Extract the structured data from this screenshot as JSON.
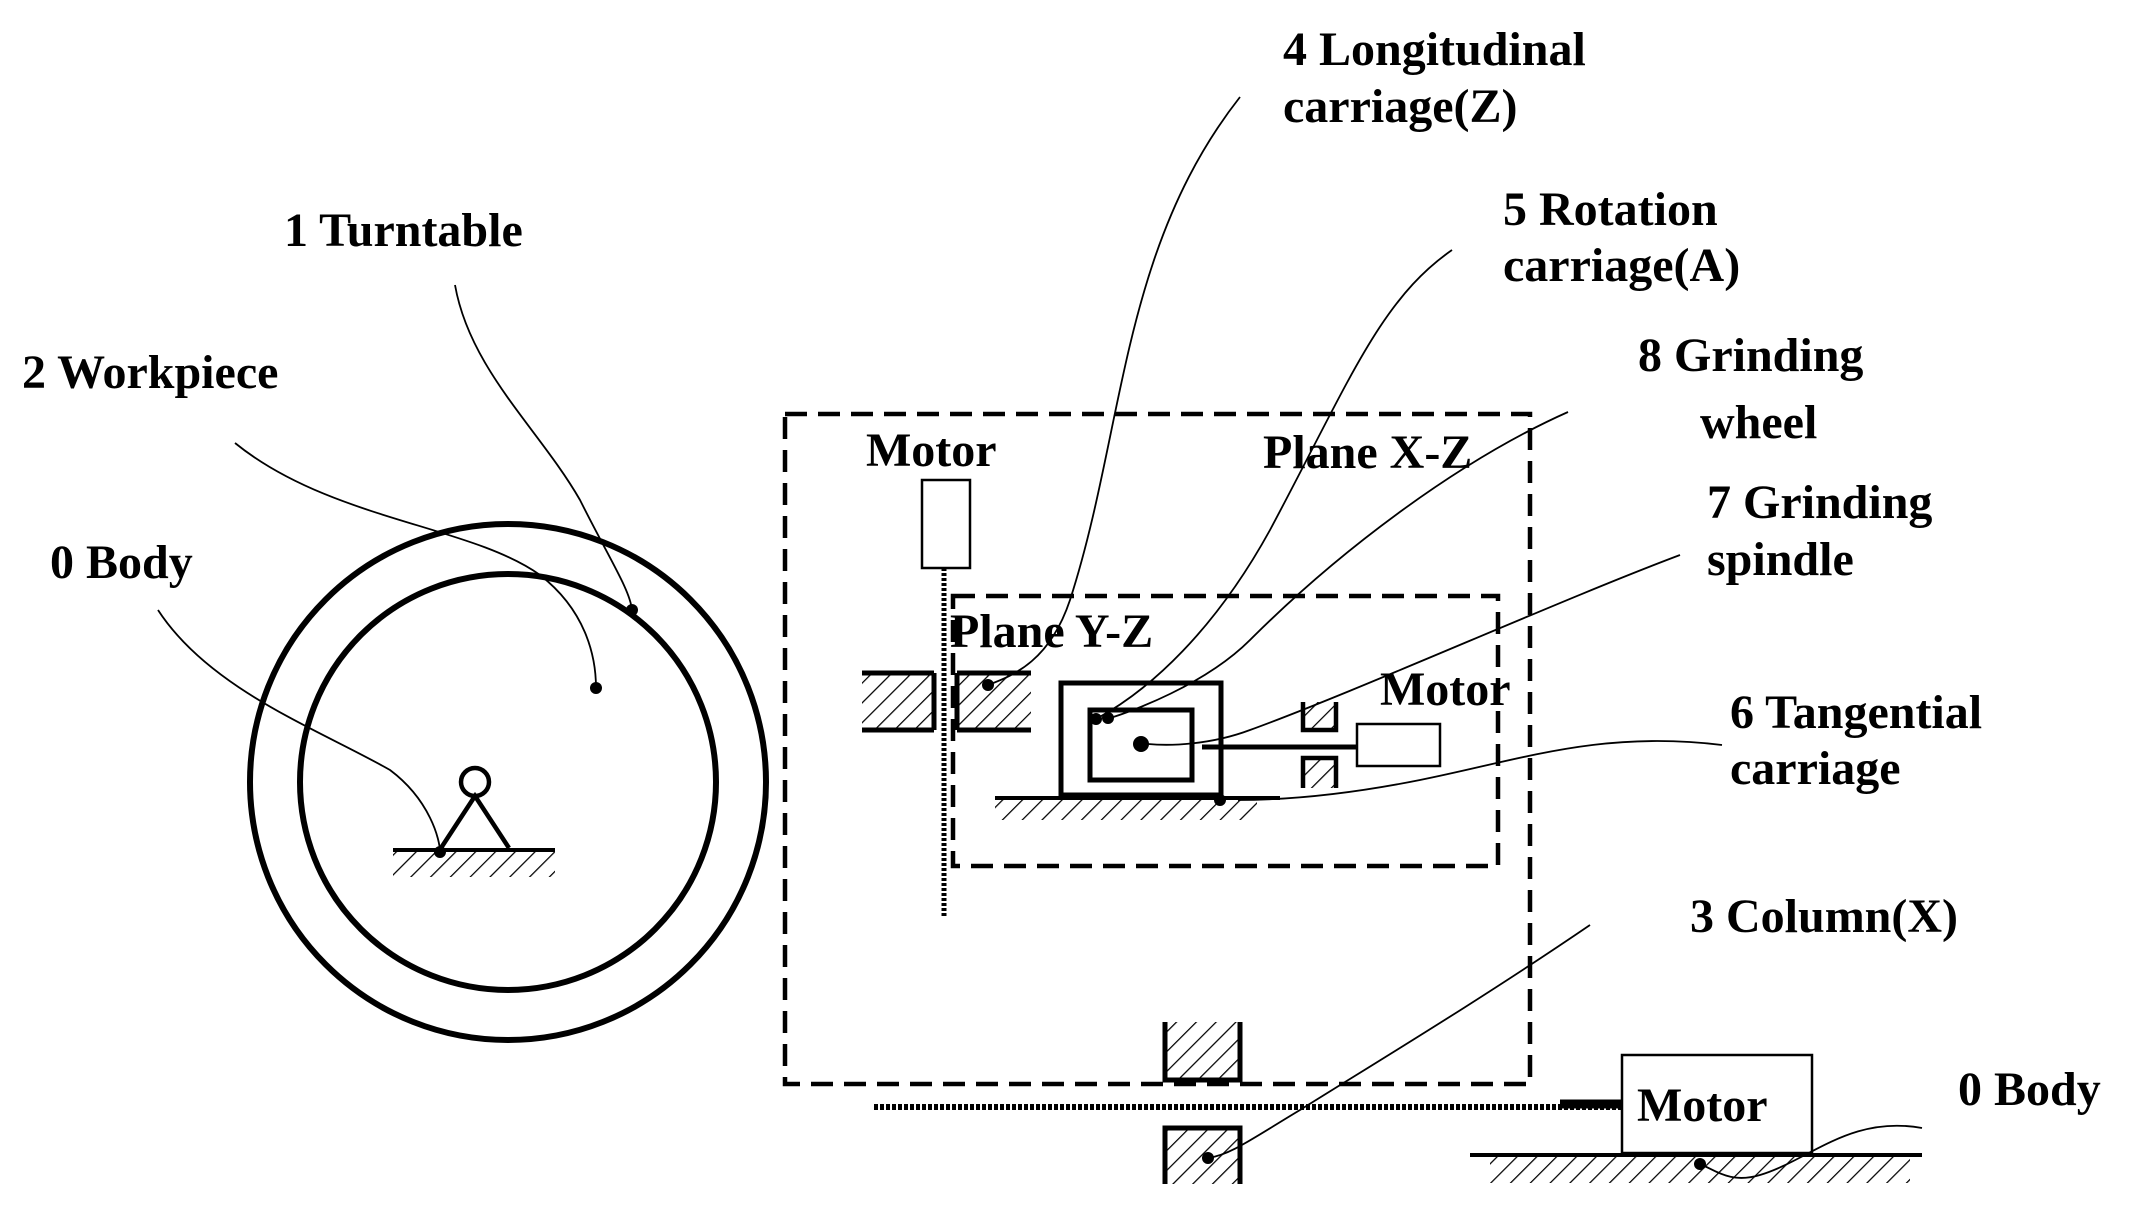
{
  "labels": {
    "longitudinal_1": "4 Longitudinal",
    "longitudinal_2": "carriage(Z)",
    "rotation_1": "5 Rotation",
    "rotation_2": "carriage(A)",
    "turntable": "1 Turntable",
    "workpiece": "2 Workpiece",
    "grinding_wheel_1": "8 Grinding",
    "grinding_wheel_2": "wheel",
    "grinding_spindle_1": "7 Grinding",
    "grinding_spindle_2": "spindle",
    "body_left": "0 Body",
    "motor_top": "Motor",
    "plane_xz": "Plane X-Z",
    "plane_yz": "Plane Y-Z",
    "motor_right": "Motor",
    "tangential_1": "6 Tangential",
    "tangential_2": "carriage",
    "column": "3 Column(X)",
    "motor_bottom": "Motor",
    "body_right": "0 Body"
  }
}
